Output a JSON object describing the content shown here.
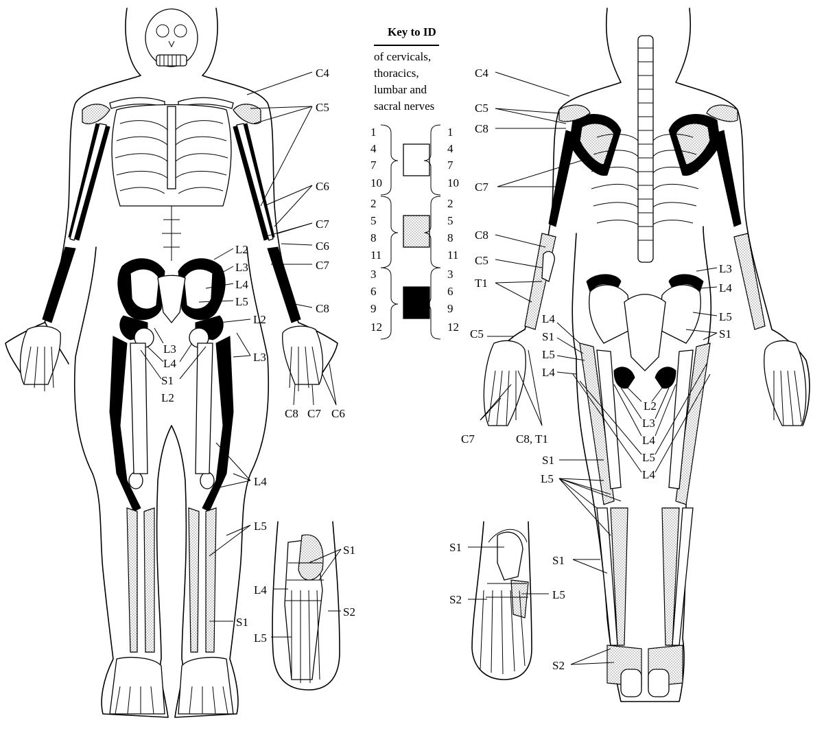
{
  "key": {
    "title": "Key to ID",
    "subtitle_lines": [
      "of cervicals,",
      "thoracics,",
      "lumbar and",
      "sacral nerves"
    ],
    "groups": [
      {
        "numbers": [
          "1",
          "4",
          "7",
          "10"
        ],
        "fill": "white"
      },
      {
        "numbers": [
          "2",
          "5",
          "8",
          "11"
        ],
        "fill": "stippled"
      },
      {
        "numbers": [
          "3",
          "6",
          "9",
          "12"
        ],
        "fill": "black"
      }
    ]
  },
  "front_labels": {
    "c4": "C4",
    "c5": "C5",
    "c6a": "C6",
    "c7a": "C7",
    "c6b": "C6",
    "c7b": "C7",
    "l2a": "L2",
    "l3a": "L3",
    "l4a": "L4",
    "l5a": "L5",
    "l2b": "L2",
    "l3b": "L3",
    "c8": "C8",
    "l3c": "L3",
    "l4b": "L4",
    "s1a": "S1",
    "l2c": "L2",
    "c8b": "C8",
    "c7c": "C7",
    "c6c": "C6",
    "l4c": "L4",
    "l5b": "L5",
    "s1b": "S1"
  },
  "foot_front_labels": {
    "s1": "S1",
    "l4": "L4",
    "s2": "S2",
    "l5": "L5"
  },
  "back_labels": {
    "c4": "C4",
    "c5": "C5",
    "c8": "C8",
    "c7": "C7",
    "c8b": "C8",
    "c5b": "C5",
    "t1": "T1",
    "l3": "L3",
    "l4": "L4",
    "l5": "L5",
    "s1": "S1",
    "l4b": "L4",
    "s1b": "S1",
    "l5b": "L5",
    "l4c": "L4",
    "c5c": "C5",
    "l2": "L2",
    "l3b": "L3",
    "l4d": "L4",
    "l5c": "L5",
    "l4e": "L4",
    "c7b": "C7",
    "c8t1": "C8, T1",
    "s1c": "S1",
    "l5d": "L5",
    "s1d": "S1",
    "s2": "S2"
  },
  "foot_back_labels": {
    "s1": "S1",
    "s2": "S2",
    "l5": "L5"
  }
}
